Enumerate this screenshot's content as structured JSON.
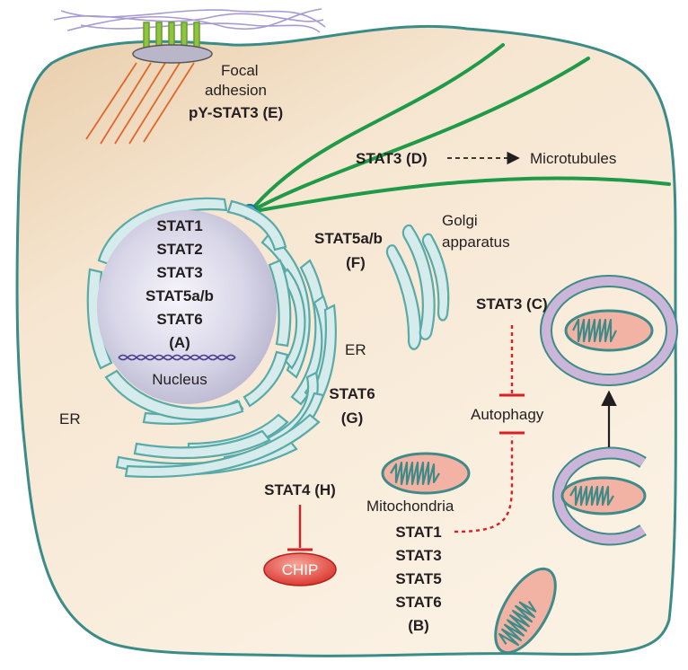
{
  "labels": {
    "focal_adhesion_line1": "Focal",
    "focal_adhesion_line2": "adhesion",
    "pystat3": "pY-STAT3 (E)",
    "stat3_d": "STAT3 (D)",
    "microtubules": "Microtubules",
    "nucleus_stats": [
      "STAT1",
      "STAT2",
      "STAT3",
      "STAT5a/b",
      "STAT6",
      "(A)"
    ],
    "nucleus": "Nucleus",
    "stat5ab": "STAT5a/b",
    "f": "(F)",
    "golgi_line1": "Golgi",
    "golgi_line2": "apparatus",
    "er_right": "ER",
    "er_left": "ER",
    "stat6": "STAT6",
    "g": "(G)",
    "stat3_c": "STAT3 (C)",
    "autophagy": "Autophagy",
    "stat4_h": "STAT4 (H)",
    "chip": "CHIP",
    "mitochondria": "Mitochondria",
    "stats_b": [
      "STAT1",
      "STAT3",
      "STAT5",
      "STAT6",
      "(B)"
    ]
  },
  "colors": {
    "cell_fill_light": "#fbf0e1",
    "cell_fill_dark": "#ead1b2",
    "cell_stroke": "#3a8c88",
    "microtubule": "#1e9a48",
    "er_fill": "#d6ecec",
    "er_stroke": "#5aaaa8",
    "mito_fill": "#f3b3a4",
    "mito_stroke": "#3e8b88",
    "inhibition": "#d71f26",
    "chip_fill": "#e4433a",
    "autophagosome": "#cbb6d9",
    "integrin": "#8cc63f",
    "ecm": "#a99bd1",
    "actin": "#e0672c"
  }
}
